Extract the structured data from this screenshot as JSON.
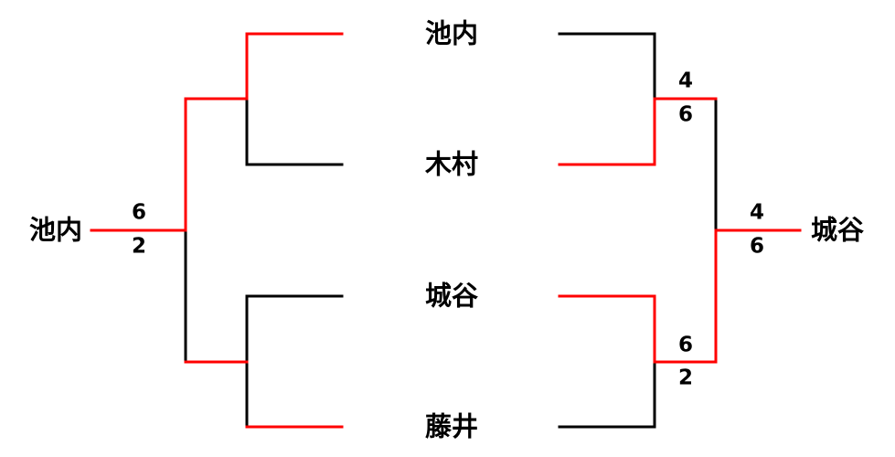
{
  "colors": {
    "win": "#ff0000",
    "normal": "#000000"
  },
  "entrants": [
    "池内",
    "木村",
    "城谷",
    "藤井"
  ],
  "left": {
    "champion": "池内",
    "final_scores": {
      "top": "6",
      "bottom": "2"
    },
    "highlight": {
      "e1": true,
      "e1v": true,
      "e2v": false,
      "e2": false,
      "s1": true,
      "cv_top": true,
      "cv_bottom": false,
      "s2": true,
      "e3": false,
      "e3v": false,
      "e4v": false,
      "e4": true,
      "out": true
    }
  },
  "right": {
    "champion": "城谷",
    "semi1_scores": {
      "top": "4",
      "bottom": "6"
    },
    "semi2_scores": {
      "top": "6",
      "bottom": "2"
    },
    "final_scores": {
      "top": "4",
      "bottom": "6"
    },
    "highlight": {
      "e1": false,
      "e1v": false,
      "e2v": true,
      "e2": true,
      "s1": true,
      "cv_top": false,
      "cv_bottom": true,
      "s2": true,
      "e3": true,
      "e3v": true,
      "e4v": false,
      "e4": false,
      "out": true
    }
  }
}
